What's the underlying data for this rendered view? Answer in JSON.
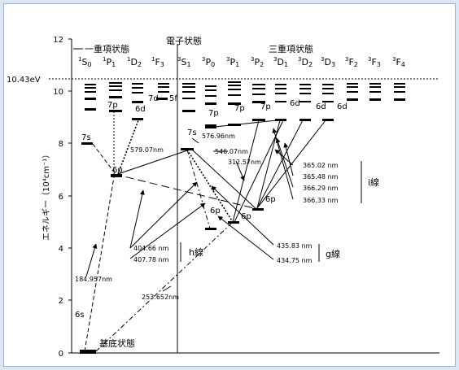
{
  "top_line_label": "10.43eV",
  "ylabel": "エネルギー（10⁴cm⁻¹）",
  "yticks": [
    "0",
    "2",
    "4",
    "6",
    "8",
    "10",
    "12"
  ],
  "header": {
    "electronic_state": "電子状態",
    "singlet": "一重項状態",
    "triplet": "三重項状態"
  },
  "terms": [
    {
      "sup": "1",
      "letter": "S",
      "sub": "0"
    },
    {
      "sup": "1",
      "letter": "P",
      "sub": "1"
    },
    {
      "sup": "1",
      "letter": "D",
      "sub": "2"
    },
    {
      "sup": "1",
      "letter": "F",
      "sub": "3"
    },
    {
      "sup": "3",
      "letter": "S",
      "sub": "1"
    },
    {
      "sup": "3",
      "letter": "P",
      "sub": "0"
    },
    {
      "sup": "3",
      "letter": "P",
      "sub": "1"
    },
    {
      "sup": "3",
      "letter": "P",
      "sub": "2"
    },
    {
      "sup": "3",
      "letter": "D",
      "sub": "1"
    },
    {
      "sup": "3",
      "letter": "D",
      "sub": "2"
    },
    {
      "sup": "3",
      "letter": "D",
      "sub": "3"
    },
    {
      "sup": "3",
      "letter": "F",
      "sub": "2"
    },
    {
      "sup": "3",
      "letter": "F",
      "sub": "3"
    },
    {
      "sup": "3",
      "letter": "F",
      "sub": "4"
    }
  ],
  "level_labels": {
    "s6_ground": "6s",
    "p6_singlet": "6p",
    "s7_singlet": "7s",
    "p7_singlet": "7p",
    "d6_singlet": "6d",
    "d7_singlet": "7d",
    "f5_singlet": "5f",
    "s7_triplet": "7s",
    "p6_3p0": "6p",
    "p6_3p1": "6p",
    "p6_3p2": "6p",
    "p7_3p0": "7p",
    "p7_3p1": "7p",
    "p7_3p2": "7p",
    "d6_3d1": "6d",
    "d6_3d2": "6d",
    "d6_3d3": "6d",
    "ground_state": "基底状態"
  },
  "wavelengths": {
    "w184": "184.957nm",
    "w253": "253.652nm",
    "w579": "579.07nm",
    "w576": "576.96nm",
    "w546": "546.07nm",
    "w312": "312.57nm",
    "w404": "404.66 nm",
    "w407": "407.78 nm",
    "w435": "435.83 nm",
    "w434": "434.75 nm",
    "w365_02": "365.02 nm",
    "w365_48": "365.48 nm",
    "w366_29": "366.29 nm",
    "w366_33": "366.33 nm"
  },
  "series_labels": {
    "h": "h線",
    "g": "g線",
    "i": "i線"
  }
}
